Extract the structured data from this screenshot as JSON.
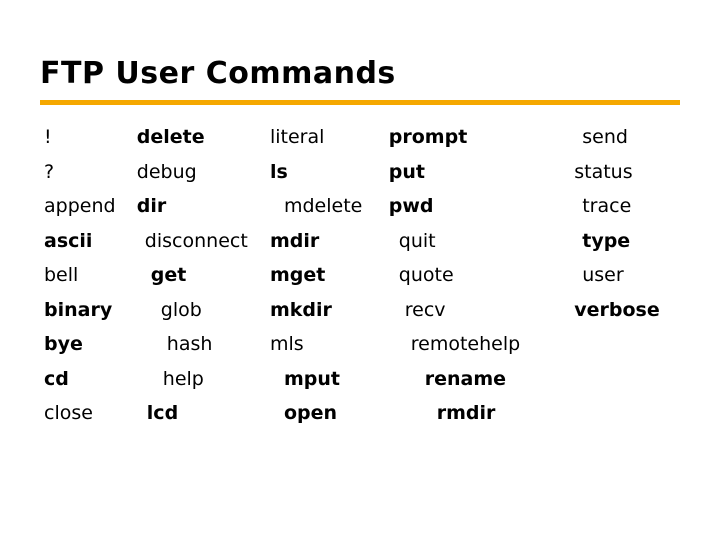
{
  "slide": {
    "title": "FTP User Commands",
    "accent_color": "#f5a800",
    "background_color": "#ffffff",
    "text_color": "#000000"
  },
  "commands": {
    "columns": 5,
    "rows": 9,
    "grid": [
      [
        {
          "text": "!",
          "bold": false,
          "align": "left",
          "indent": 4
        },
        {
          "text": "delete",
          "bold": true,
          "align": "left",
          "indent": 4
        },
        {
          "text": "literal",
          "bold": false,
          "align": "left",
          "indent": 4
        },
        {
          "text": "prompt",
          "bold": true,
          "align": "left",
          "indent": 8
        },
        {
          "text": "send",
          "bold": false,
          "align": "left",
          "indent": 44
        }
      ],
      [
        {
          "text": "?",
          "bold": false,
          "align": "left",
          "indent": 4
        },
        {
          "text": "debug",
          "bold": false,
          "align": "left",
          "indent": 4
        },
        {
          "text": "ls",
          "bold": true,
          "align": "left",
          "indent": 4
        },
        {
          "text": "put",
          "bold": true,
          "align": "left",
          "indent": 8
        },
        {
          "text": "status",
          "bold": false,
          "align": "left",
          "indent": 36
        }
      ],
      [
        {
          "text": "append",
          "bold": false,
          "align": "left",
          "indent": 4
        },
        {
          "text": "dir",
          "bold": true,
          "align": "left",
          "indent": 4
        },
        {
          "text": "mdelete",
          "bold": false,
          "align": "left",
          "indent": 18
        },
        {
          "text": "pwd",
          "bold": true,
          "align": "left",
          "indent": 8
        },
        {
          "text": "trace",
          "bold": false,
          "align": "left",
          "indent": 44
        }
      ],
      [
        {
          "text": "ascii",
          "bold": true,
          "align": "left",
          "indent": 4
        },
        {
          "text": "disconnect",
          "bold": false,
          "align": "left",
          "indent": 12
        },
        {
          "text": "mdir",
          "bold": true,
          "align": "left",
          "indent": 4
        },
        {
          "text": "quit",
          "bold": false,
          "align": "left",
          "indent": 18
        },
        {
          "text": "type",
          "bold": true,
          "align": "left",
          "indent": 44
        }
      ],
      [
        {
          "text": "bell",
          "bold": false,
          "align": "left",
          "indent": 4
        },
        {
          "text": "get",
          "bold": true,
          "align": "left",
          "indent": 18
        },
        {
          "text": "mget",
          "bold": true,
          "align": "left",
          "indent": 4
        },
        {
          "text": "quote",
          "bold": false,
          "align": "left",
          "indent": 18
        },
        {
          "text": "user",
          "bold": false,
          "align": "left",
          "indent": 44
        }
      ],
      [
        {
          "text": "binary",
          "bold": true,
          "align": "left",
          "indent": 4
        },
        {
          "text": "glob",
          "bold": false,
          "align": "left",
          "indent": 28
        },
        {
          "text": "mkdir",
          "bold": true,
          "align": "left",
          "indent": 4
        },
        {
          "text": "recv",
          "bold": false,
          "align": "left",
          "indent": 24
        },
        {
          "text": "verbose",
          "bold": true,
          "align": "left",
          "indent": 36
        }
      ],
      [
        {
          "text": "bye",
          "bold": true,
          "align": "left",
          "indent": 4
        },
        {
          "text": "hash",
          "bold": false,
          "align": "left",
          "indent": 34
        },
        {
          "text": "mls",
          "bold": false,
          "align": "left",
          "indent": 4
        },
        {
          "text": "remotehelp",
          "bold": false,
          "align": "left",
          "indent": 30
        },
        {
          "text": "",
          "bold": false,
          "align": "left",
          "indent": 0
        }
      ],
      [
        {
          "text": "cd",
          "bold": true,
          "align": "left",
          "indent": 4
        },
        {
          "text": "help",
          "bold": false,
          "align": "left",
          "indent": 30
        },
        {
          "text": "mput",
          "bold": true,
          "align": "left",
          "indent": 18
        },
        {
          "text": "rename",
          "bold": true,
          "align": "left",
          "indent": 44
        },
        {
          "text": "",
          "bold": false,
          "align": "left",
          "indent": 0
        }
      ],
      [
        {
          "text": "close",
          "bold": false,
          "align": "left",
          "indent": 4
        },
        {
          "text": "lcd",
          "bold": true,
          "align": "left",
          "indent": 14
        },
        {
          "text": "open",
          "bold": true,
          "align": "left",
          "indent": 18
        },
        {
          "text": "rmdir",
          "bold": true,
          "align": "left",
          "indent": 56
        },
        {
          "text": "",
          "bold": false,
          "align": "left",
          "indent": 0
        }
      ]
    ]
  }
}
